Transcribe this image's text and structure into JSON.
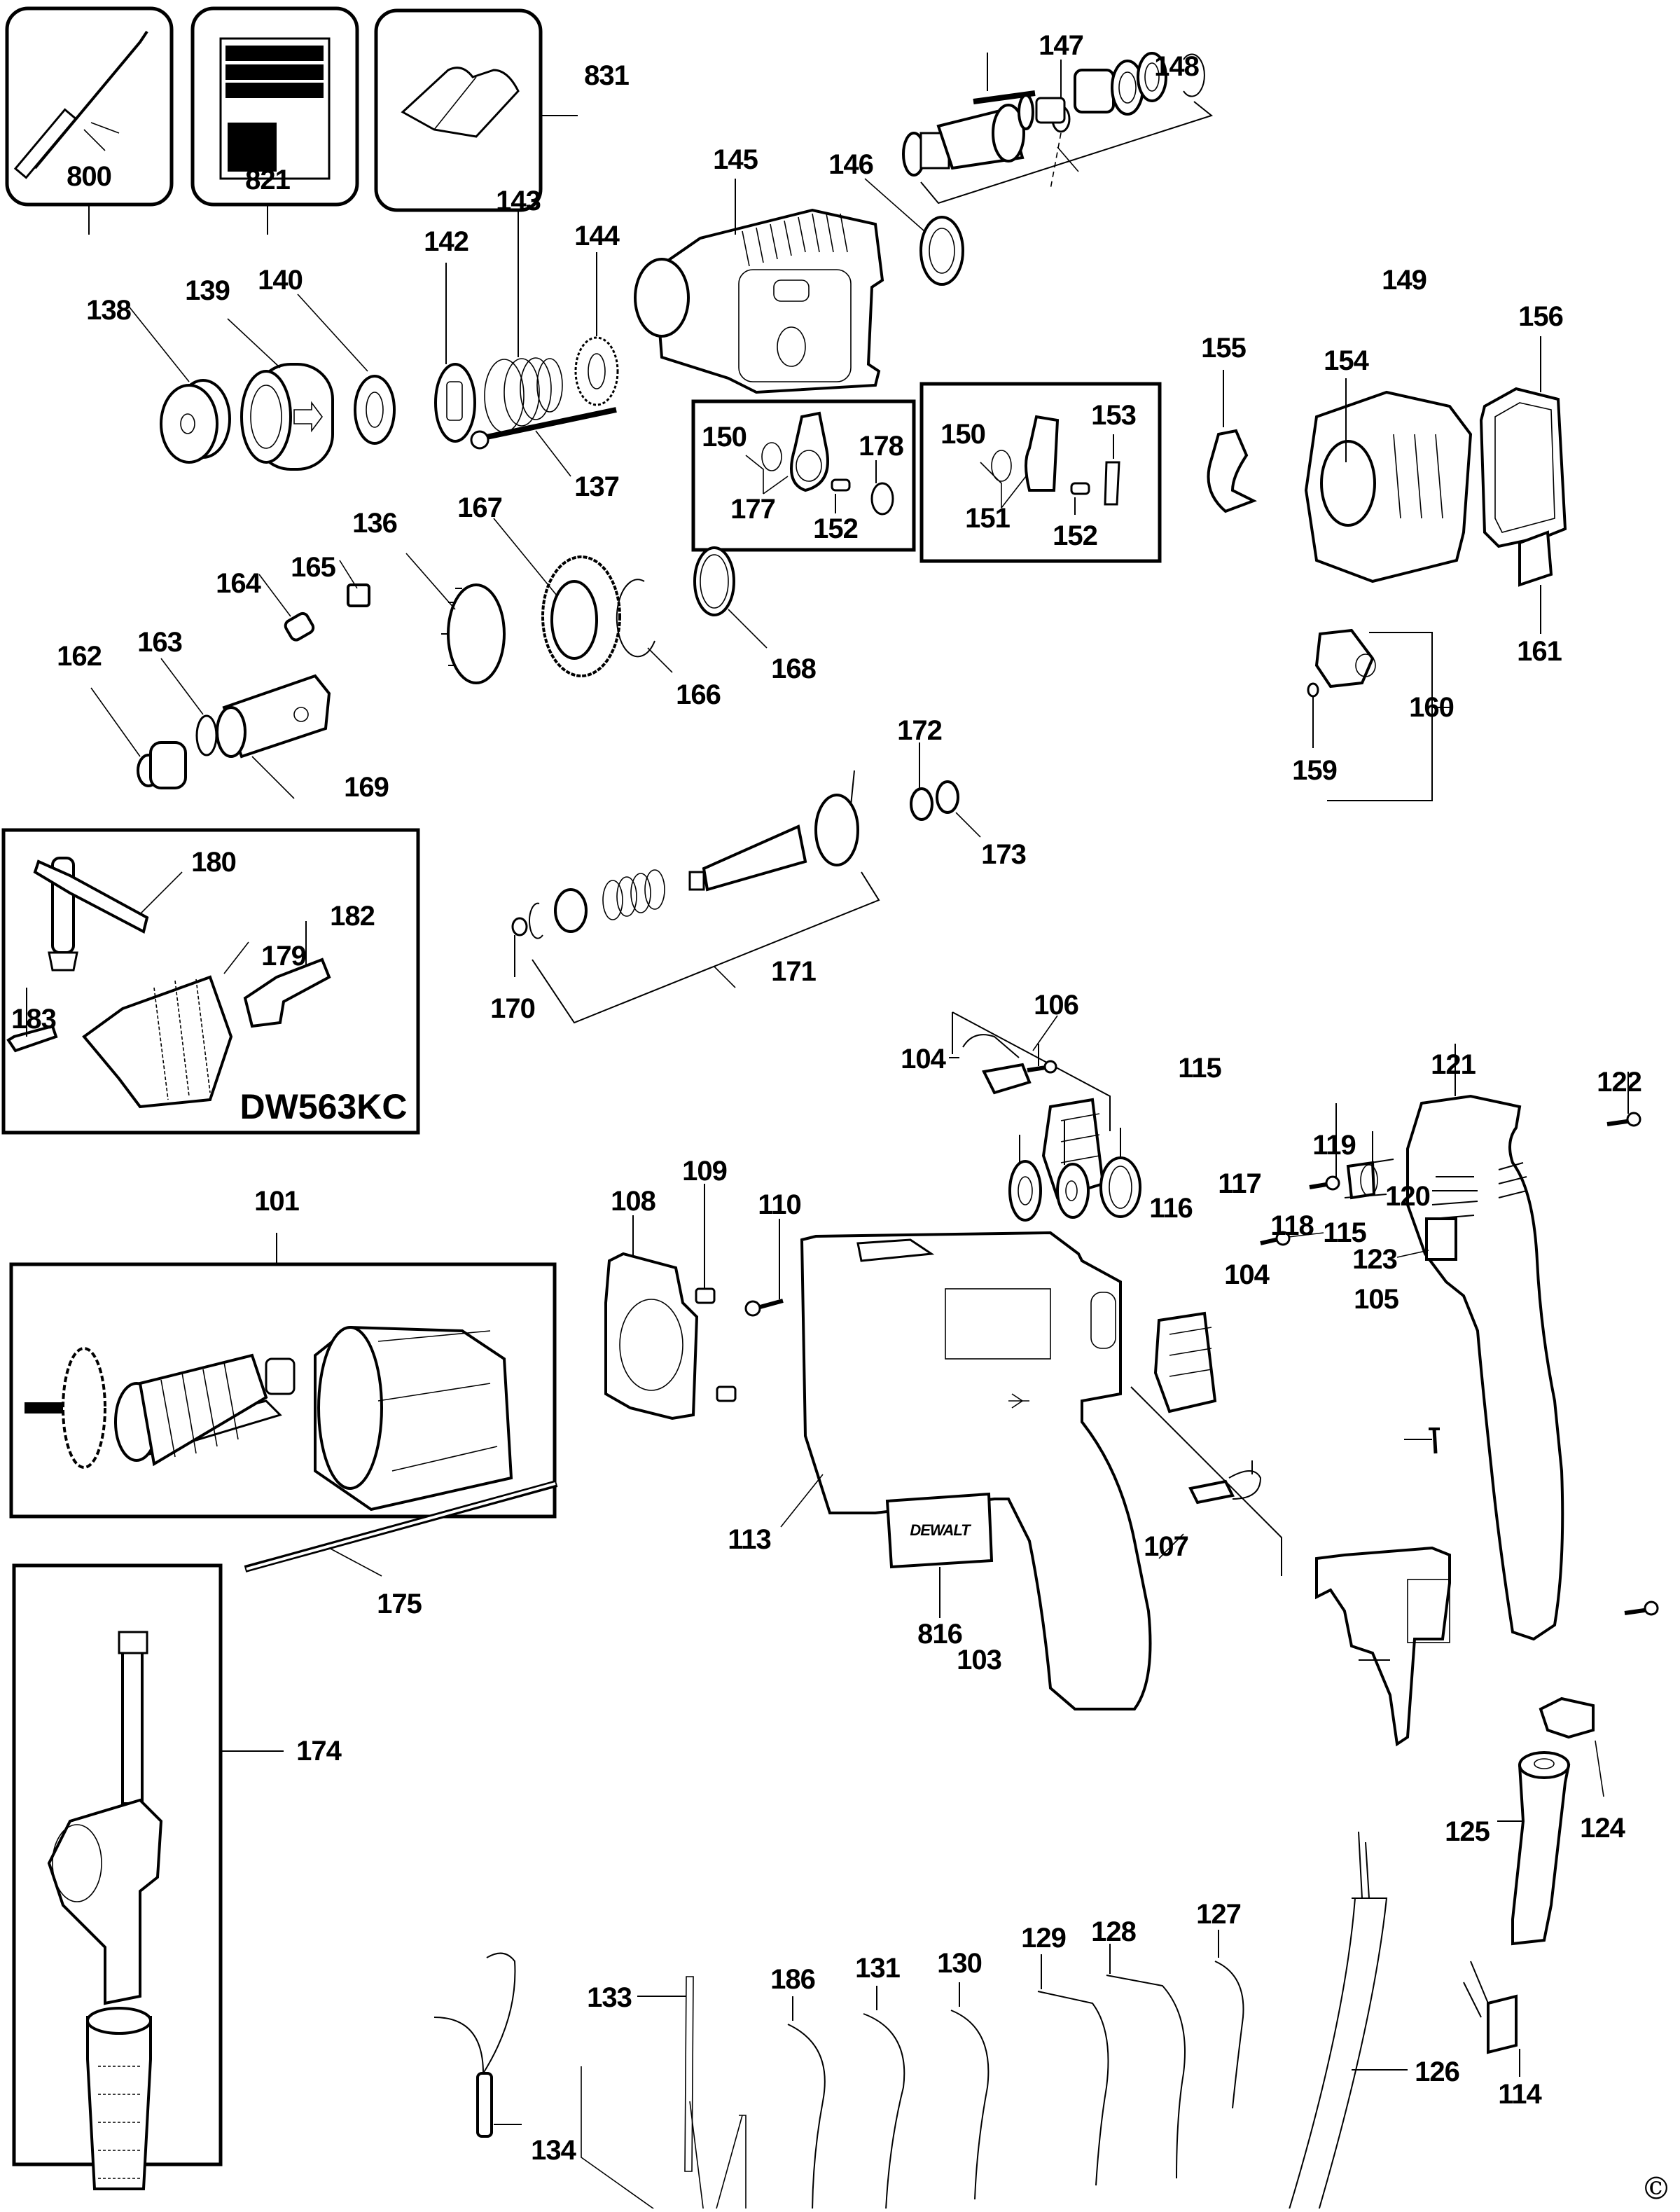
{
  "diagram": {
    "title": "DeWALT hammer drill exploded parts diagram",
    "brand_label": "DEWALT",
    "model_kit_label": "DW563KC",
    "copyright_symbol": "©"
  },
  "accessory_boxes": [
    {
      "part": "800",
      "icon": "grease-gun-icon"
    },
    {
      "part": "821",
      "icon": "label-sheet-icon"
    },
    {
      "part": "831",
      "icon": "manual-book-icon"
    }
  ],
  "part_labels": {
    "p800": "800",
    "p821": "821",
    "p831": "831",
    "p145": "145",
    "p146": "146",
    "p147": "147",
    "p148": "148",
    "p149": "149",
    "p142": "142",
    "p143": "143",
    "p144": "144",
    "p138": "138",
    "p139": "139",
    "p140": "140",
    "p137": "137",
    "p150a": "150",
    "p177": "177",
    "p178": "178",
    "p152a": "152",
    "p150b": "150",
    "p151": "151",
    "p152b": "152",
    "p153": "153",
    "p155": "155",
    "p154": "154",
    "p156": "156",
    "p161": "161",
    "p160": "160",
    "p159": "159",
    "p136": "136",
    "p167": "167",
    "p164": "164",
    "p165": "165",
    "p162": "162",
    "p163": "163",
    "p169": "169",
    "p166": "166",
    "p168": "168",
    "p172": "172",
    "p173": "173",
    "p171": "171",
    "p170": "170",
    "p180": "180",
    "p182": "182",
    "p179": "179",
    "p183": "183",
    "p106": "106",
    "p104a": "104",
    "p115a": "115",
    "p122": "122",
    "p121": "121",
    "p101": "101",
    "p108": "108",
    "p109": "109",
    "p110": "110",
    "p116": "116",
    "p117": "117",
    "p118": "118",
    "p119": "119",
    "p120": "120",
    "p115b": "115",
    "p123": "123",
    "p104b": "104",
    "p105": "105",
    "p113": "113",
    "p107": "107",
    "p175": "175",
    "p816": "816",
    "p103": "103",
    "p174": "174",
    "p124": "124",
    "p125": "125",
    "p133": "133",
    "p186": "186",
    "p131": "131",
    "p130": "130",
    "p129": "129",
    "p128": "128",
    "p127": "127",
    "p126": "126",
    "p134": "134",
    "p114": "114"
  },
  "colors": {
    "ink": "#000000",
    "paper": "#ffffff"
  }
}
